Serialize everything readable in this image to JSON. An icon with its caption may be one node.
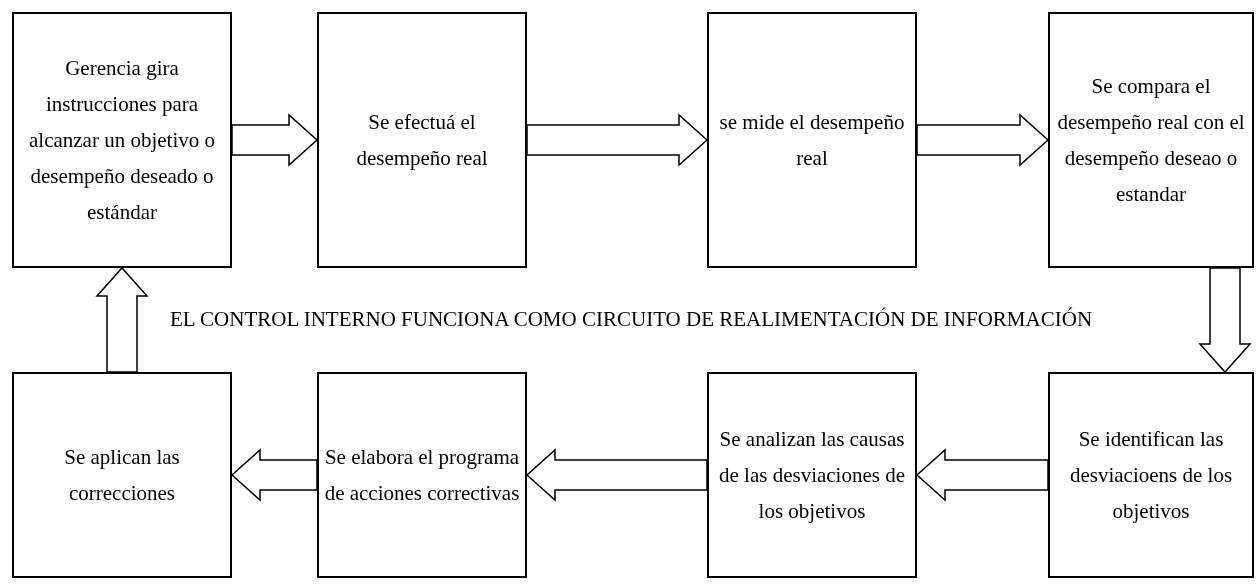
{
  "diagram": {
    "nodes": [
      {
        "text": [
          "Gerencia gira instrucciones para alcanzar un objetivo o desempeño deseado o estándar"
        ]
      },
      {
        "text": [
          "Se efectuá el desempeño real"
        ]
      },
      {
        "text": [
          "se mide el desempeño real"
        ]
      },
      {
        "text": [
          "Se compara el desempeño real con el desempeño deseao o estandar"
        ]
      },
      {
        "text": [
          "Se aplican las correcciones"
        ]
      },
      {
        "text": [
          "Se elabora el programa de acciones correctivas"
        ]
      },
      {
        "text": [
          "Se analizan las causas de las desviaciones de los objetivos"
        ]
      },
      {
        "text": [
          "Se identifican las desviacioens de los objetivos"
        ]
      }
    ],
    "edges": [
      {
        "from": 0,
        "to": 1,
        "arrow": "to"
      },
      {
        "from": 1,
        "to": 2,
        "arrow": "to"
      },
      {
        "from": 2,
        "to": 3,
        "arrow": "to"
      },
      {
        "from": 3,
        "to": 7,
        "arrow": "to"
      },
      {
        "from": 7,
        "to": 6,
        "arrow": "to"
      },
      {
        "from": 6,
        "to": 5,
        "arrow": "to"
      },
      {
        "from": 5,
        "to": 4,
        "arrow": "to"
      },
      {
        "from": 4,
        "to": 0,
        "arrow": "to"
      }
    ],
    "labels": [
      "EL CONTROL INTERNO FUNCIONA COMO CIRCUITO DE REALIMENTACIÓN DE INFORMACIÓN"
    ]
  }
}
